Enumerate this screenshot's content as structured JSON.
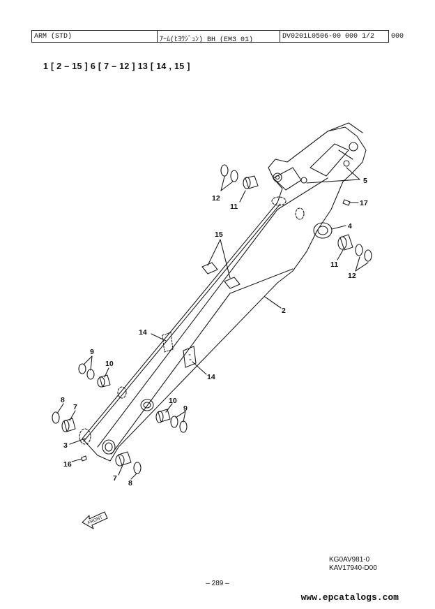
{
  "header": {
    "cell1": "ARM (STD)",
    "cell2": "ｱｰﾑ(ﾋﾖｳｼﾞｭﾝ) BH (EM3 01)",
    "cell3": "DV0201L0506-00     000  1/2",
    "outside": "000"
  },
  "subtitle": "1 [ 2 – 15 ]   6 [ 7 – 12 ]   13 [ 14 , 15 ]",
  "callouts": {
    "c12a": "12",
    "c11a": "11",
    "c15": "15",
    "c5": "5",
    "c17": "17",
    "c4": "4",
    "c11b": "11",
    "c12b": "12",
    "c2": "2",
    "c14a": "14",
    "c14b": "14",
    "c9a": "9",
    "c10a": "10",
    "c8a": "8",
    "c7a": "7",
    "c3": "3",
    "c16": "16",
    "c7b": "7",
    "c8b": "8",
    "c10b": "10",
    "c9b": "9"
  },
  "front_label": "FRONT",
  "drawing_codes": [
    "KG0AV981-0",
    "KAV17940-D00"
  ],
  "page_number": "– 289 –",
  "footer_url": "www.epcatalogs.com"
}
